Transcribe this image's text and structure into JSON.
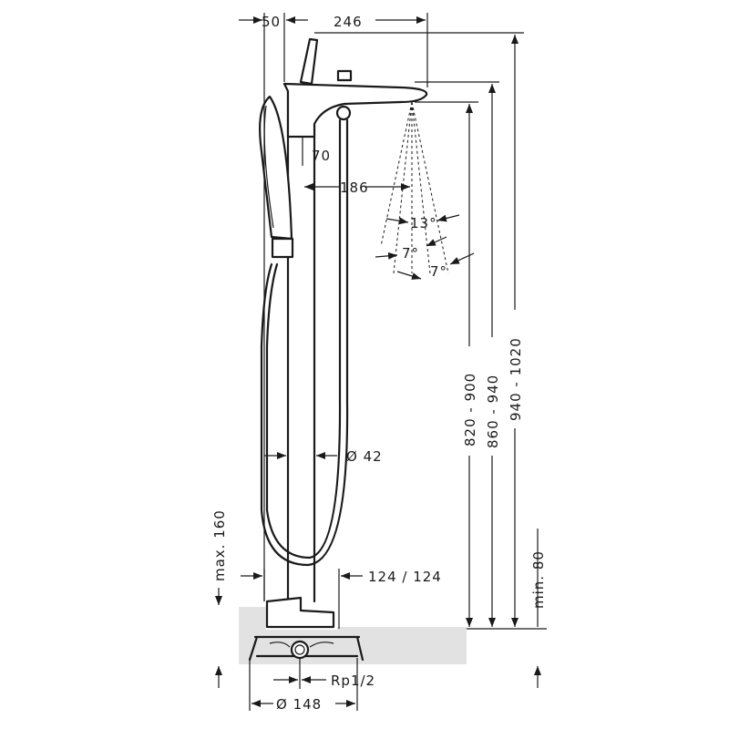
{
  "dimensions": {
    "top_offset": "50",
    "spout_length": "246",
    "mixer_offset": "70",
    "spout_reach": "186",
    "angle_total": "13°",
    "angle_a": "7°",
    "angle_b": "7°",
    "height_spout": "820 - 900",
    "height_outlet": "860 - 940",
    "height_total": "940 - 1020",
    "riser_diameter": "Ø 42",
    "max_tile": "max. 160",
    "min_height": "min. 80",
    "base_offset": "124 / 124",
    "connection": "Rp1/2",
    "base_diameter": "Ø 148"
  }
}
